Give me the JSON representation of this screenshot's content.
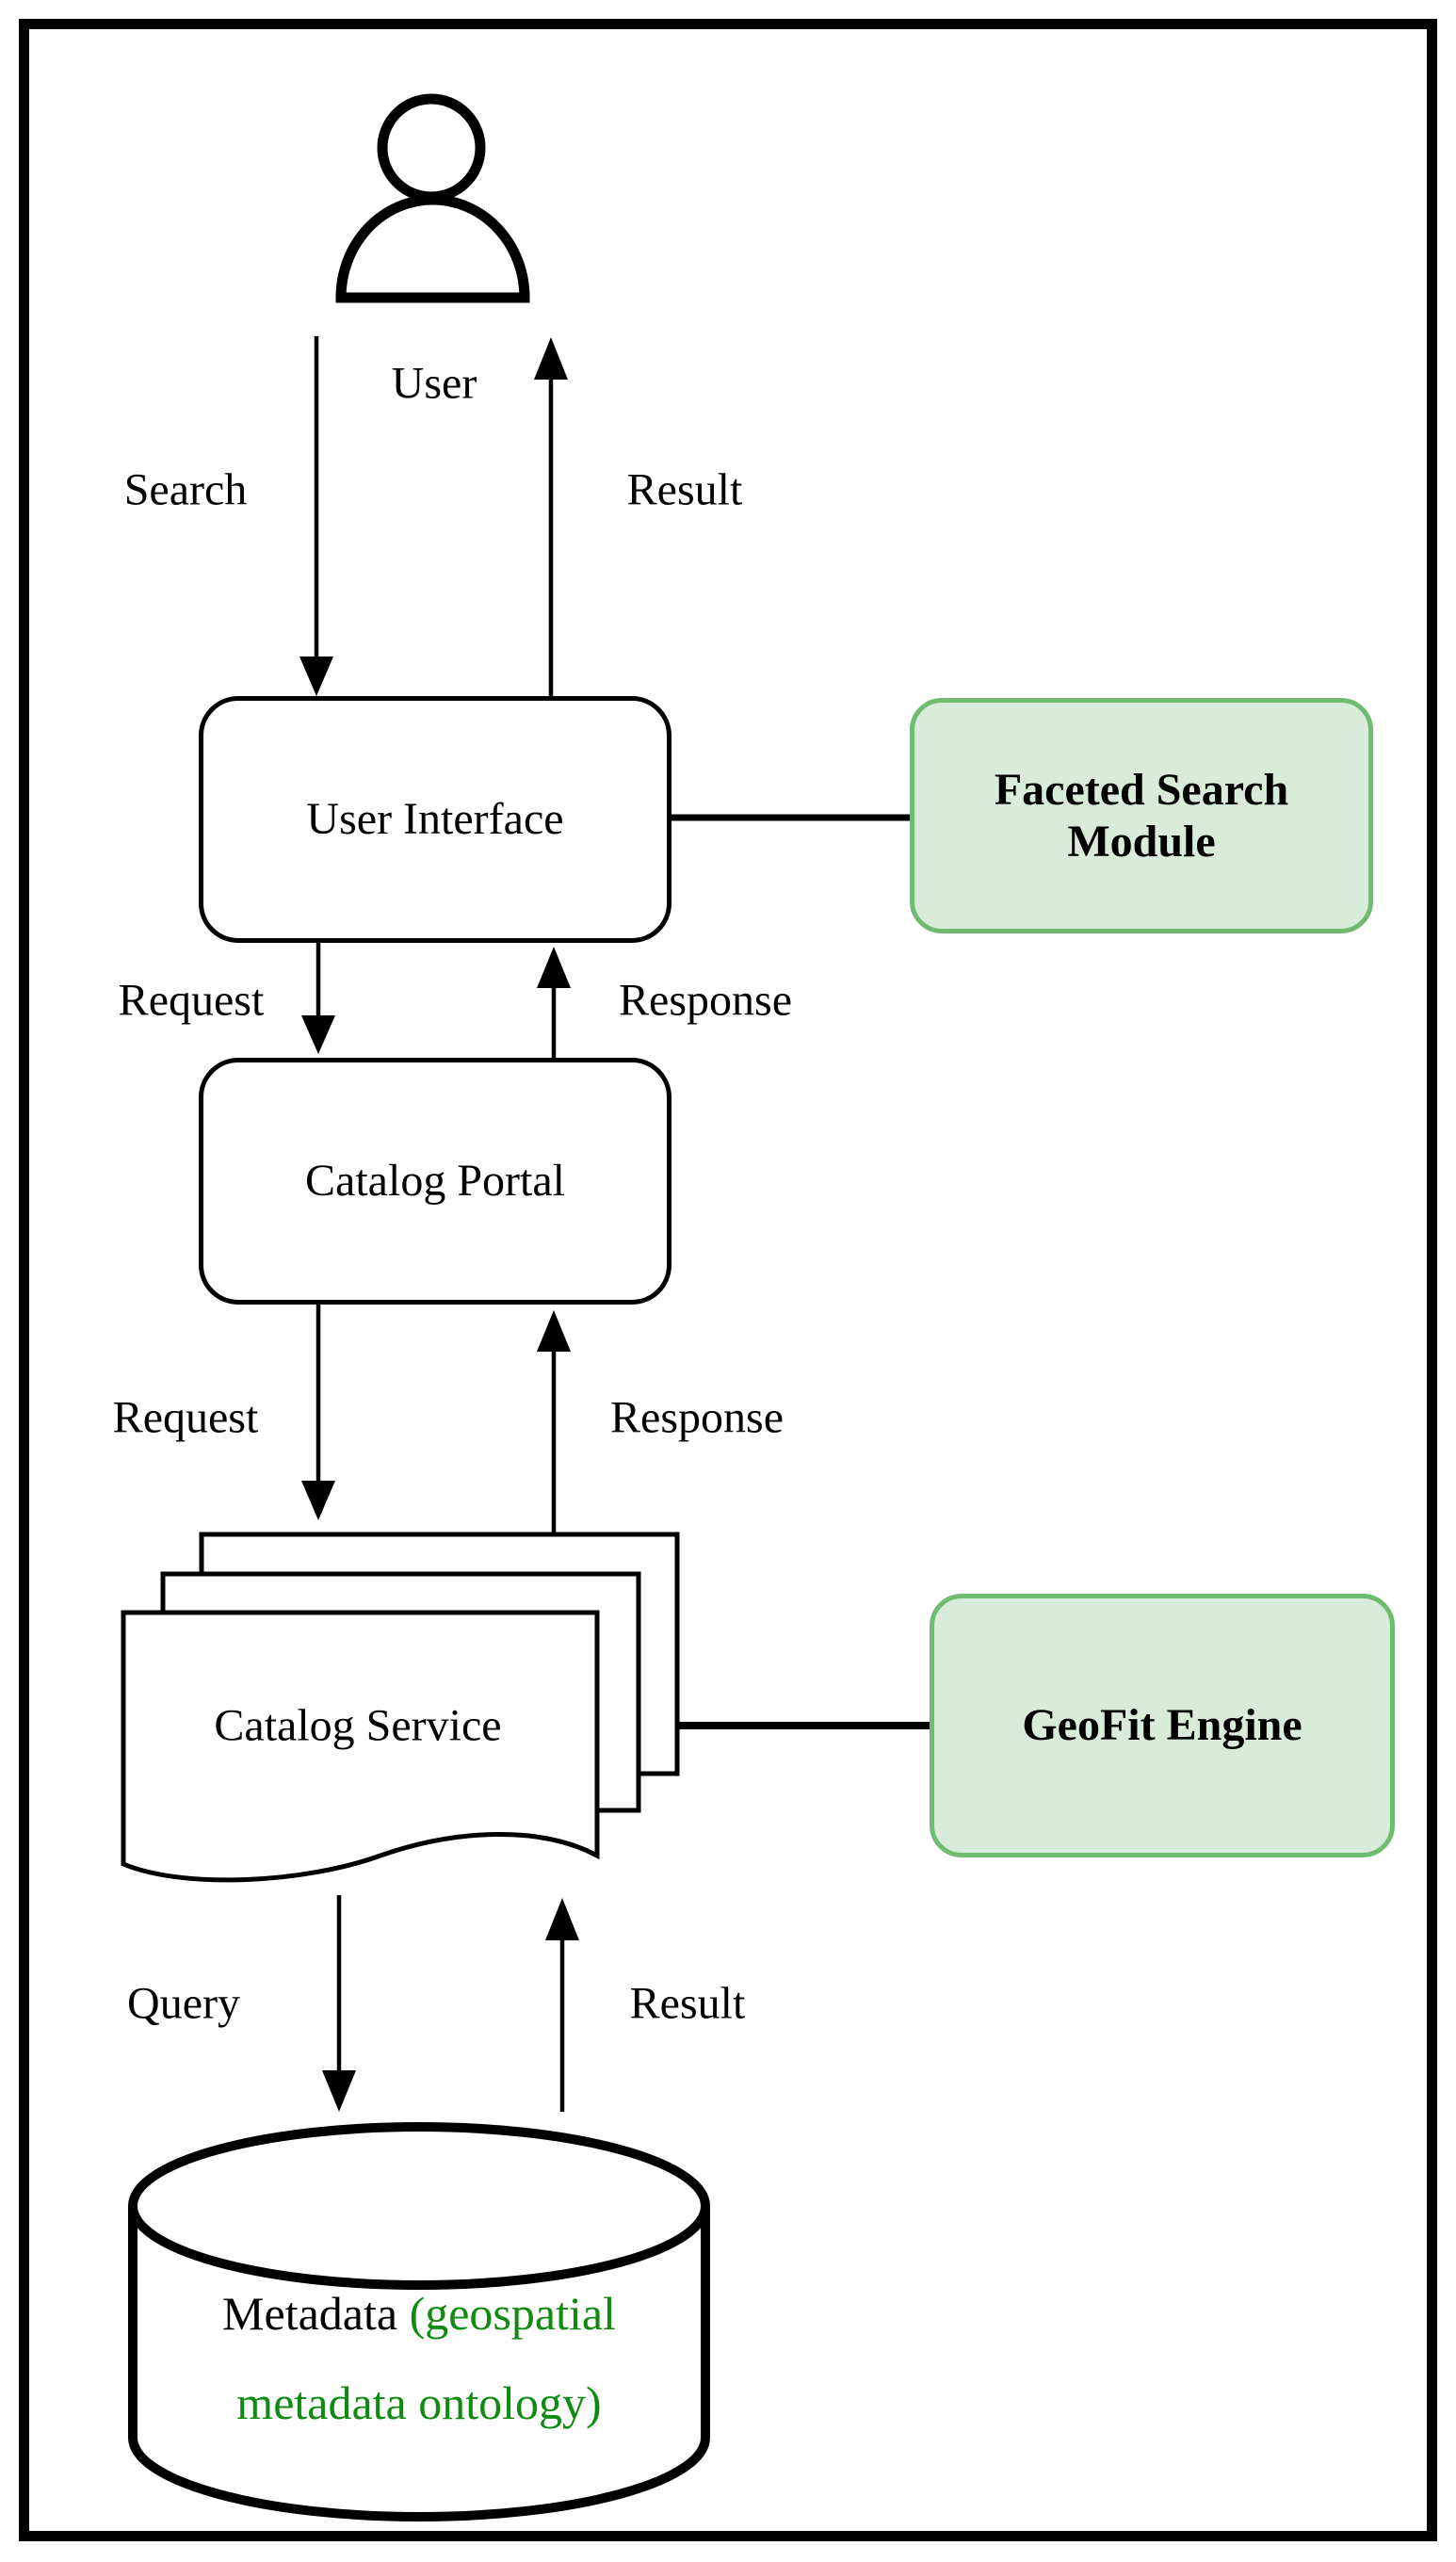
{
  "diagram": {
    "actor": {
      "label": "User"
    },
    "nodes": {
      "user_interface": {
        "label": "User Interface"
      },
      "faceted_search_module": {
        "label": "Faceted Search Module"
      },
      "catalog_portal": {
        "label": "Catalog Portal"
      },
      "catalog_service": {
        "label": "Catalog Service"
      },
      "geofit_engine": {
        "label": "GeoFit Engine"
      },
      "metadata_store": {
        "label_black": "Metadata",
        "label_green_line1": "(geospatial",
        "label_green_line2": "metadata ontology)"
      }
    },
    "edges": {
      "search": {
        "label": "Search"
      },
      "result_top": {
        "label": "Result"
      },
      "request_ui_to_portal": {
        "label": "Request"
      },
      "response_portal_to_ui": {
        "label": "Response"
      },
      "request_portal_to_service": {
        "label": "Request"
      },
      "response_service_to_portal": {
        "label": "Response"
      },
      "query": {
        "label": "Query"
      },
      "result_bottom": {
        "label": "Result"
      }
    },
    "colors": {
      "module_fill": "#d9ecda",
      "module_border": "#6fbb70",
      "green_text": "#0f8b11",
      "line": "#000000",
      "node_fill": "#ffffff"
    }
  }
}
